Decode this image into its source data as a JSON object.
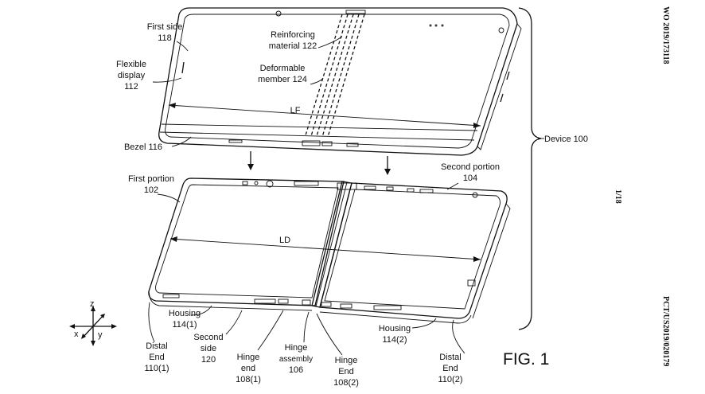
{
  "margin_text": {
    "publication_number": "WO 2019/173118",
    "sheet": "1/18",
    "application_number": "PCT/US2019/020179"
  },
  "figure_label": "FIG. 1",
  "labels": {
    "first_side": [
      "First side",
      "118"
    ],
    "reinforcing": [
      "Reinforcing",
      "material 122"
    ],
    "flexible_display": [
      "Flexible",
      "display",
      "112"
    ],
    "deformable": [
      "Deformable",
      "member 124"
    ],
    "length_folded": "LF",
    "bezel": "Bezel 116",
    "device": "Device 100",
    "first_portion": [
      "First portion",
      "102"
    ],
    "second_portion": [
      "Second portion",
      "104"
    ],
    "length_deployed": "LD",
    "housing_1": [
      "Housing",
      "114(1)"
    ],
    "second_side": [
      "Second",
      "side",
      "120"
    ],
    "distal_end_1": [
      "Distal",
      "End",
      "110(1)"
    ],
    "hinge_end_1": [
      "Hinge",
      "end",
      "108(1)"
    ],
    "hinge_assembly": [
      "Hinge",
      "assembly",
      "106"
    ],
    "hinge_end_2": [
      "Hinge",
      "End",
      "108(2)"
    ],
    "housing_2": [
      "Housing",
      "114(2)"
    ],
    "distal_end_2": [
      "Distal",
      "End",
      "110(2)"
    ]
  },
  "axes": {
    "z": "z",
    "x": "x",
    "y": "y"
  },
  "colors": {
    "ink": "#111111",
    "background": "#ffffff"
  }
}
